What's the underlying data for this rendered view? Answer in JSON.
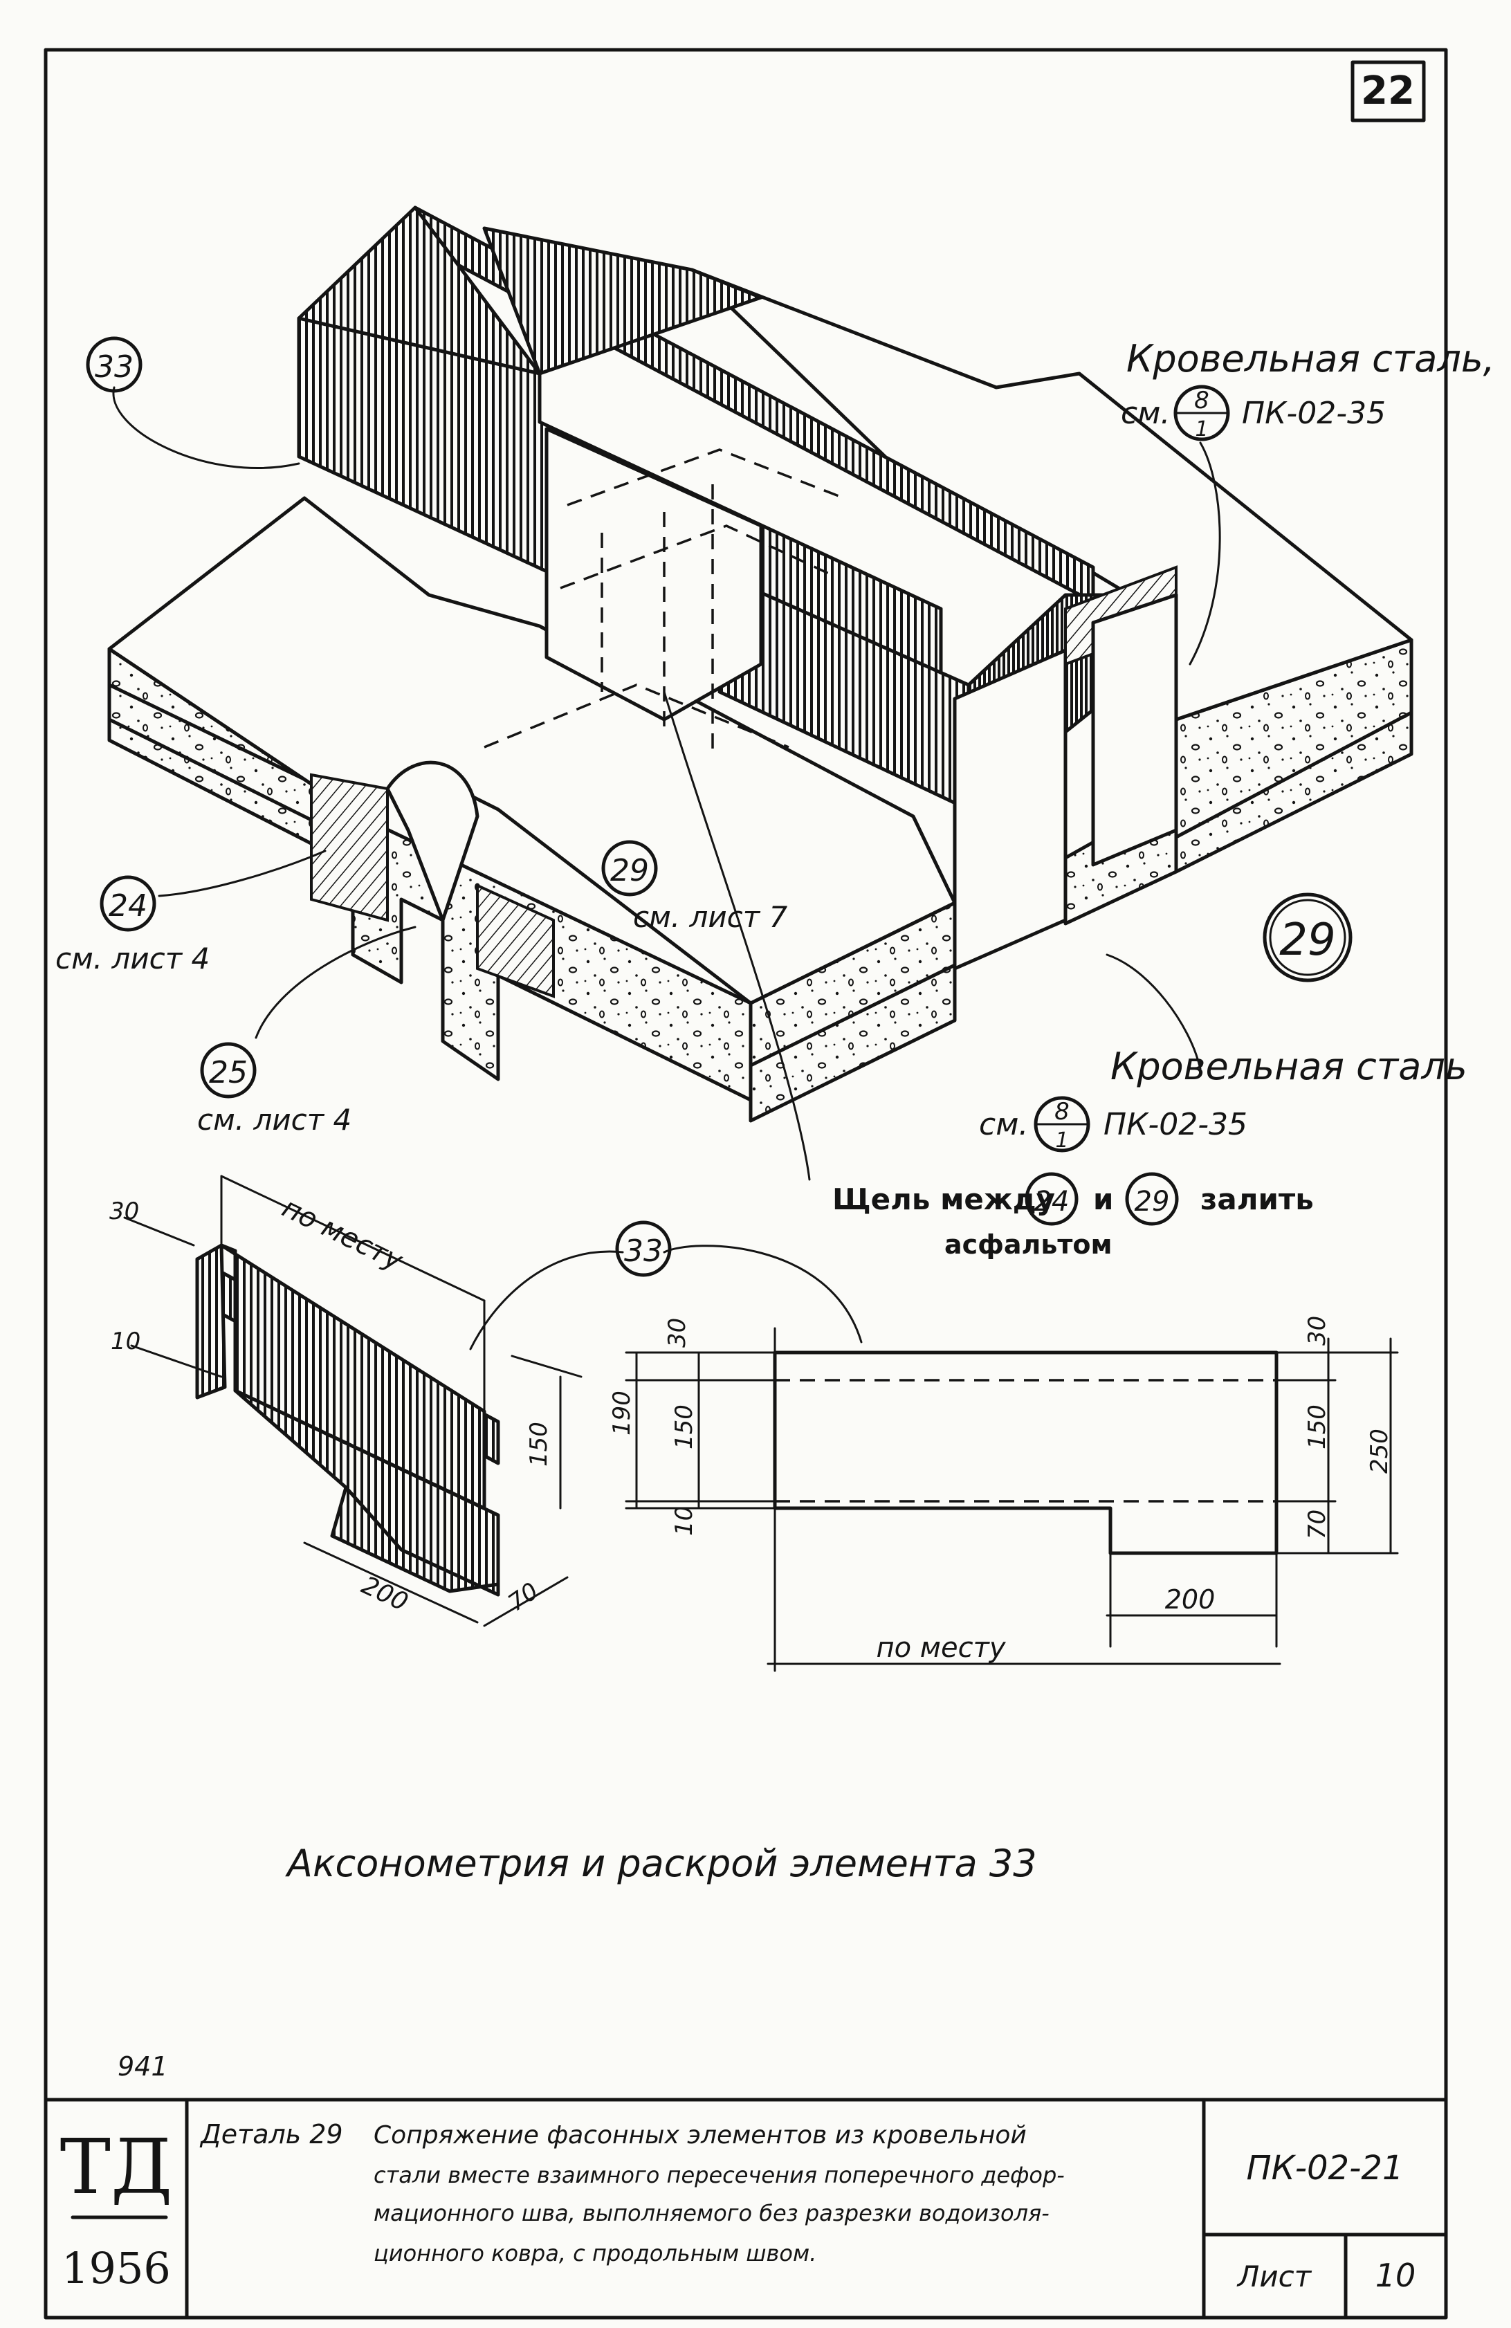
{
  "sheet": {
    "page_number": "22",
    "bottom_left_note": "941",
    "stamp_top": "ТД",
    "stamp_year": "1956",
    "code": "ПК-02-21",
    "list_label": "Лист",
    "list_number": "10"
  },
  "title_block": {
    "detail": "Деталь 29",
    "line1": "Сопряжение фасонных элементов из кровельной",
    "line2": "стали вместе взаимного пересечения поперечного дефор-",
    "line3": "мационного шва, выполняемого без разрезки водоизоля-",
    "line4": "ционного ковра, с продольным швом."
  },
  "callouts": {
    "c33_top": "33",
    "c24": "24",
    "c24_ref": "см. лист 4",
    "c25": "25",
    "c25_ref": "см. лист 4",
    "c29": "29",
    "c29_ref": "см. лист 7",
    "detail_no": "29",
    "steel_top_title": "Кровельная сталь,",
    "steel_top_see": "см.",
    "steel_top_num": "8",
    "steel_top_den": "1",
    "steel_top_code": "ПК-02-35",
    "steel_bot_title": "Кровельная сталь",
    "steel_bot_see": "см.",
    "steel_bot_num": "8",
    "steel_bot_den": "1",
    "steel_bot_code": "ПК-02-35",
    "gap_note_a": "Щель между",
    "gap_note_24": "24",
    "gap_note_and": "и",
    "gap_note_29": "29",
    "gap_note_b": "залить",
    "gap_note_c": "асфальтом",
    "c33_bottom": "33"
  },
  "axo_element": {
    "dim_30": "30",
    "dim_10": "10",
    "dim_po_mestu": "по месту",
    "dim_150": "150",
    "dim_200": "200",
    "dim_70": "70"
  },
  "cut_pattern": {
    "left_30": "30",
    "left_190": "190",
    "left_150": "150",
    "left_10": "10",
    "right_30": "30",
    "right_150": "150",
    "right_70": "70",
    "right_250": "250",
    "bottom_200": "200",
    "bottom_po_mestu": "по месту"
  },
  "caption": "Аксонометрия и раскрой элемента 33"
}
